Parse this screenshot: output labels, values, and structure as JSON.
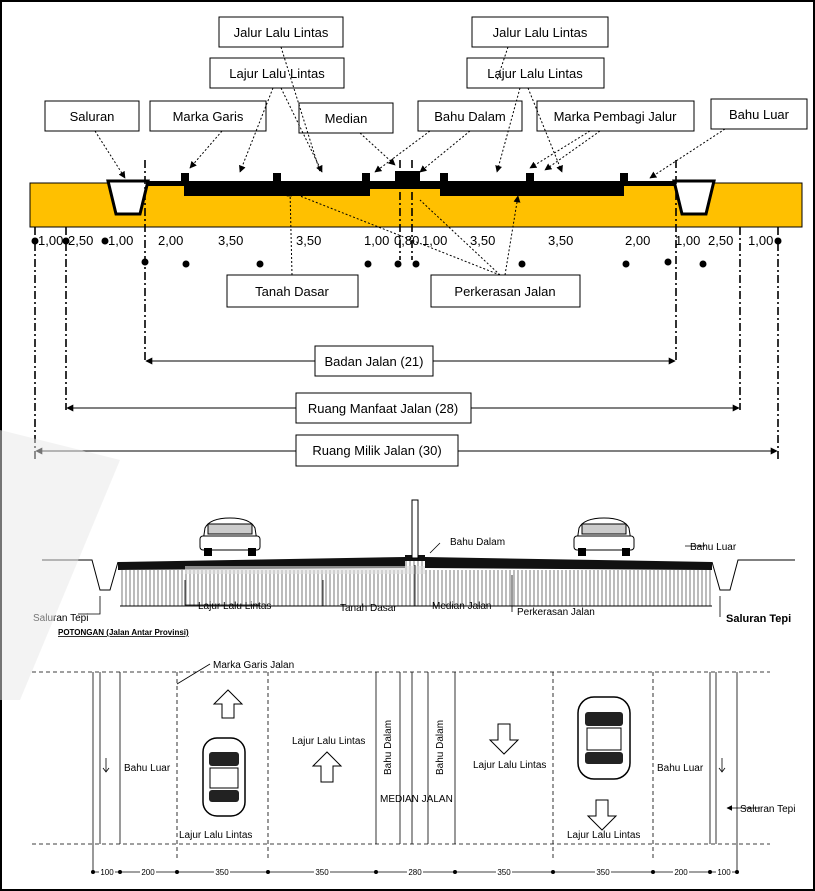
{
  "top": {
    "labels": {
      "jalur_lalu_lintas_1": "Jalur Lalu Lintas",
      "jalur_lalu_lintas_2": "Jalur Lalu Lintas",
      "lajur_lalu_lintas_1": "Lajur Lalu Lintas",
      "lajur_lalu_lintas_2": "Lajur Lalu Lintas",
      "saluran": "Saluran",
      "marka_garis": "Marka Garis",
      "median": "Median",
      "bahu_dalam": "Bahu Dalam",
      "marka_pembagi_jalur": "Marka Pembagi Jalur",
      "bahu_luar": "Bahu Luar",
      "tanah_dasar": "Tanah Dasar",
      "perkerasan_jalan": "Perkerasan Jalan",
      "badan_jalan": "Badan Jalan (21)",
      "ruang_manfaat_jalan": "Ruang Manfaat Jalan (28)",
      "ruang_milik_jalan": "Ruang Milik Jalan (30)"
    },
    "dimensions": [
      "1,00",
      "2,50",
      "1,00",
      "2,00",
      "3,50",
      "3,50",
      "1,00",
      "0,80",
      "1,00",
      "3,50",
      "3,50",
      "2,00",
      "1,00",
      "2,50",
      "1,00"
    ]
  },
  "middle": {
    "labels": {
      "bahu_dalam": "Bahu Dalam",
      "bahu_luar": "Bahu Luar",
      "saluran_tepi_left": "Saluran Tepi",
      "lajur_lalu_lintas": "Lajur Lalu Lintas",
      "tanah_dasar": "Tanah Dasar",
      "median_jalan": "Median Jalan",
      "perkerasan_jalan": "Perkerasan Jalan",
      "saluran_tepi_right": "Saluran Tepi",
      "caption": "POTONGAN (Jalan Antar Provinsi)"
    }
  },
  "plan": {
    "labels": {
      "marka_garis_jalan": "Marka Garis Jalan",
      "bahu_luar_left": "Bahu Luar",
      "lajur_left_bottom": "Lajur Lalu Lintas",
      "lajur_left_mid": "Lajur Lalu Lintas",
      "bahu_dalam_1": "Bahu Dalam",
      "bahu_dalam_2": "Bahu Dalam",
      "median_jalan": "MEDIAN JALAN",
      "lajur_right_mid": "Lajur Lalu Lintas",
      "lajur_right_bottom": "Lajur Lalu Lintas",
      "bahu_luar_right": "Bahu Luar",
      "saluran_tepi": "Saluran Tepi"
    },
    "dimensions": [
      "100",
      "200",
      "350",
      "350",
      "280",
      "350",
      "350",
      "200",
      "100"
    ]
  },
  "colors": {
    "road_fill": "#FFC000",
    "pavement": "#000000",
    "line": "#000000"
  }
}
